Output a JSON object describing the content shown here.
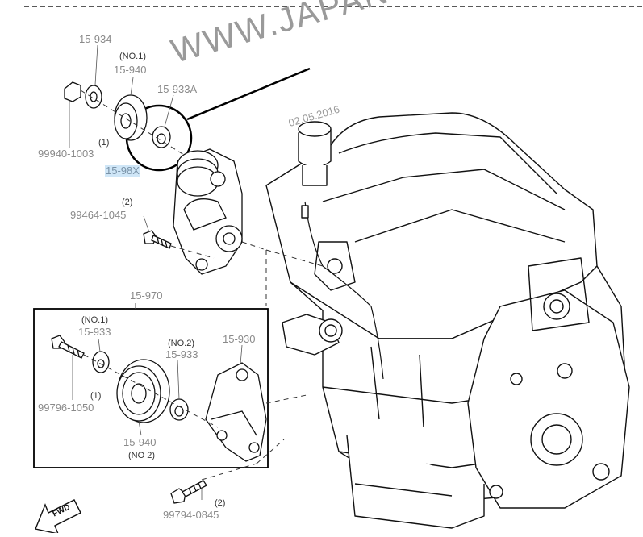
{
  "watermark": {
    "site": "WWW.JAPANC",
    "date": "02.05.2016"
  },
  "labels": {
    "p15934": "15-934",
    "p15940_no1_qual": "(NO.1)",
    "p15940_no1": "15-940",
    "p15933A": "15-933A",
    "qty_1a": "(1)",
    "p99940": "99940-1003",
    "p1598x": "15-98X",
    "qty_2a": "(2)",
    "p99464": "99464-1045",
    "p15970": "15-970",
    "p15933_no1_qual": "(NO.1)",
    "p15933_no1": "15-933",
    "p15933_no2_qual": "(NO.2)",
    "p15933_no2": "15-933",
    "p15930": "15-930",
    "qty_1b": "(1)",
    "p99796": "99796-1050",
    "p15940_no2": "15-940",
    "p15940_no2_qual": "(NO 2)",
    "qty_2b": "(2)",
    "p99794": "99794-0845",
    "fwd": "FWD"
  }
}
